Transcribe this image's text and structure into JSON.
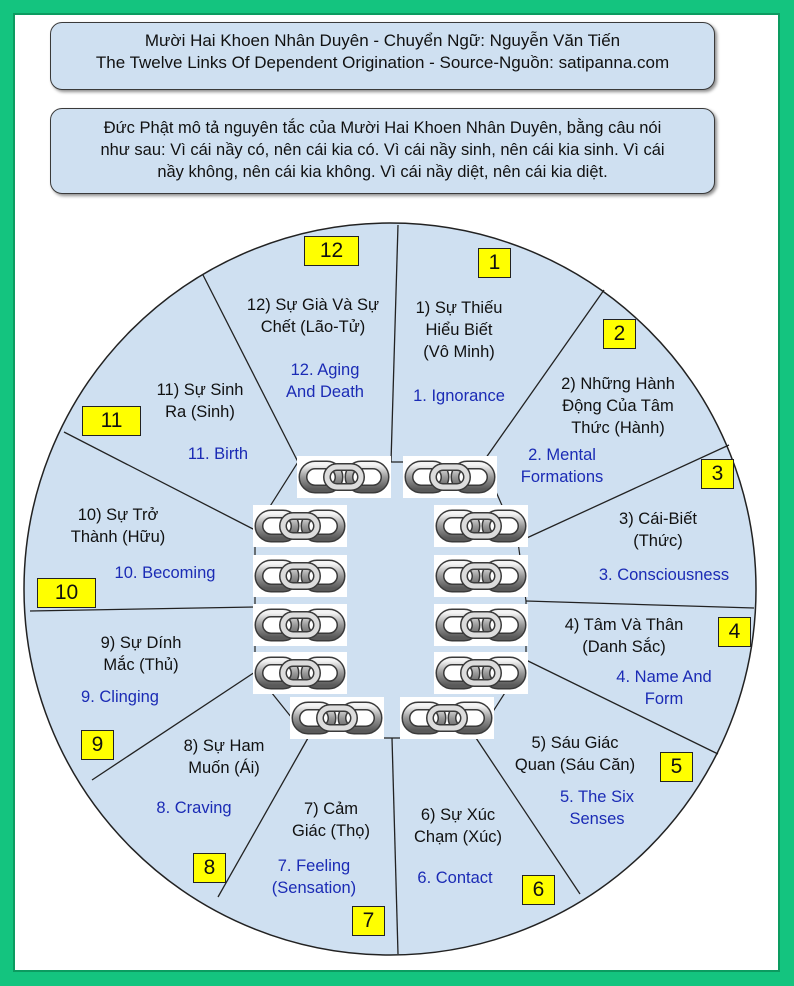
{
  "header": {
    "title_line1": "Mười Hai Khoen Nhân Duyên - Chuyển Ngữ: Nguyễn Văn Tiến",
    "title_line2": "The Twelve Links Of Dependent Origination - Source-Nguồn: satipanna.com"
  },
  "intro": {
    "line1": "Đức Phật mô tả nguyên tắc của Mười Hai Khoen Nhân Duyên, bằng câu nói",
    "line2": "như sau: Vì cái nầy có, nên cái kia có. Vì cái nầy sinh, nên cái kia sinh. Vì cái",
    "line3": "nầy không, nên cái kia không. Vì cái nầy diệt, nên cái kia diệt."
  },
  "colors": {
    "background_green": "#14c47f",
    "wheel_fill": "#cfe0f1",
    "english_text": "#1b2bb5",
    "number_badge": "#ffff00"
  },
  "icons": [
    "chain-link-icon"
  ],
  "links": [
    {
      "num": "1",
      "vi1": "1) Sự Thiếu",
      "vi2": "Hiểu Biết",
      "vi3": "(Vô Minh)",
      "en1": "1. Ignorance",
      "en2": ""
    },
    {
      "num": "2",
      "vi1": "2) Những Hành",
      "vi2": "Động Của Tâm",
      "vi3": "Thức (Hành)",
      "en1": "2. Mental",
      "en2": "Formations"
    },
    {
      "num": "3",
      "vi1": "3) Cái-Biết",
      "vi2": "(Thức)",
      "vi3": "",
      "en1": "3. Consciousness",
      "en2": ""
    },
    {
      "num": "4",
      "vi1": "4) Tâm Và Thân",
      "vi2": "(Danh Sắc)",
      "vi3": "",
      "en1": "4. Name And",
      "en2": "Form"
    },
    {
      "num": "5",
      "vi1": "5) Sáu Giác",
      "vi2": "Quan (Sáu Căn)",
      "vi3": "",
      "en1": "5. The Six",
      "en2": "Senses"
    },
    {
      "num": "6",
      "vi1": "6) Sự Xúc",
      "vi2": "Chạm (Xúc)",
      "vi3": "",
      "en1": "6. Contact",
      "en2": ""
    },
    {
      "num": "7",
      "vi1": "7) Cảm",
      "vi2": "Giác (Thọ)",
      "vi3": "",
      "en1": "7. Feeling",
      "en2": "(Sensation)"
    },
    {
      "num": "8",
      "vi1": "8) Sự Ham",
      "vi2": "Muốn (Ái)",
      "vi3": "",
      "en1": "8. Craving",
      "en2": ""
    },
    {
      "num": "9",
      "vi1": "9) Sự Dính",
      "vi2": "Mắc (Thủ)",
      "vi3": "",
      "en1": "9. Clinging",
      "en2": ""
    },
    {
      "num": "10",
      "vi1": "10) Sự Trở",
      "vi2": "Thành (Hữu)",
      "vi3": "",
      "en1": "10. Becoming",
      "en2": ""
    },
    {
      "num": "11",
      "vi1": "11) Sự Sinh",
      "vi2": "Ra (Sinh)",
      "vi3": "",
      "en1": "11. Birth",
      "en2": ""
    },
    {
      "num": "12",
      "vi1": "12) Sự Già Và Sự",
      "vi2": "Chết (Lão-Tử)",
      "vi3": "",
      "en1": "12. Aging",
      "en2": "And Death"
    }
  ]
}
